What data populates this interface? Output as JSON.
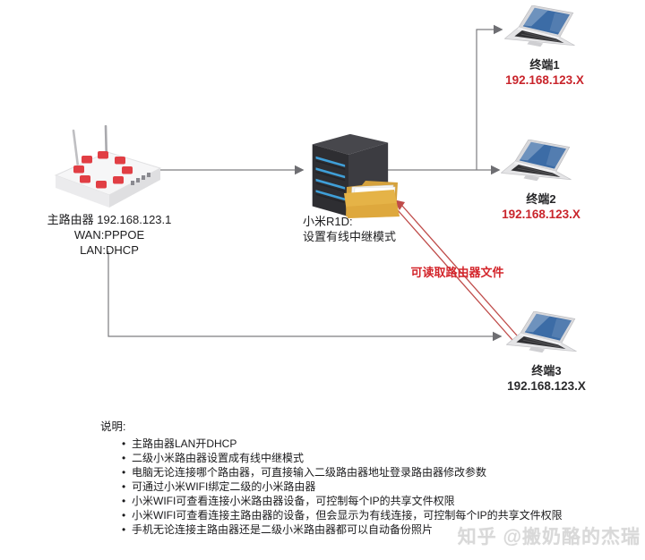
{
  "diagram": {
    "router": {
      "title": "主路由器 192.168.123.1",
      "wan": "WAN:PPPOE",
      "lan": "LAN:DHCP"
    },
    "relay": {
      "name": "小米R1D:",
      "mode": "设置有线中继模式"
    },
    "terminals": [
      {
        "name": "终端1",
        "ip": "192.168.123.X",
        "ip_color": "#c9252c"
      },
      {
        "name": "终端2",
        "ip": "192.168.123.X",
        "ip_color": "#c9252c"
      },
      {
        "name": "终端3",
        "ip": "192.168.123.X",
        "ip_color": "#2b2b2d"
      }
    ],
    "annotation": "可读取路由器文件",
    "annotation_color": "#d3252b"
  },
  "notes": {
    "title": "说明:",
    "items": [
      "主路由器LAN开DHCP",
      "二级小米路由器设置成有线中继模式",
      "电脑无论连接哪个路由器，可直接输入二级路由器地址登录路由器修改参数",
      "可通过小米WIFI绑定二级的小米路由器",
      "小米WIFI可查看连接小米路由器设备，可控制每个IP的共享文件权限",
      "小米WIFI可查看连接主路由器的设备，但会显示为有线连接，可控制每个IP的共享文件权限",
      "手机无论连接主路由器还是二级小米路由器都可以自动备份照片"
    ]
  },
  "watermark": "知乎 @搬奶酪的杰瑞",
  "colors": {
    "connector_line": "#7d7d80",
    "arrowhead": "#6e6e72",
    "red_arrow": "#bf4b49",
    "router_accent": "#e13e44",
    "server_stripe": "#3f9fd8",
    "folder": "#e5b347"
  }
}
